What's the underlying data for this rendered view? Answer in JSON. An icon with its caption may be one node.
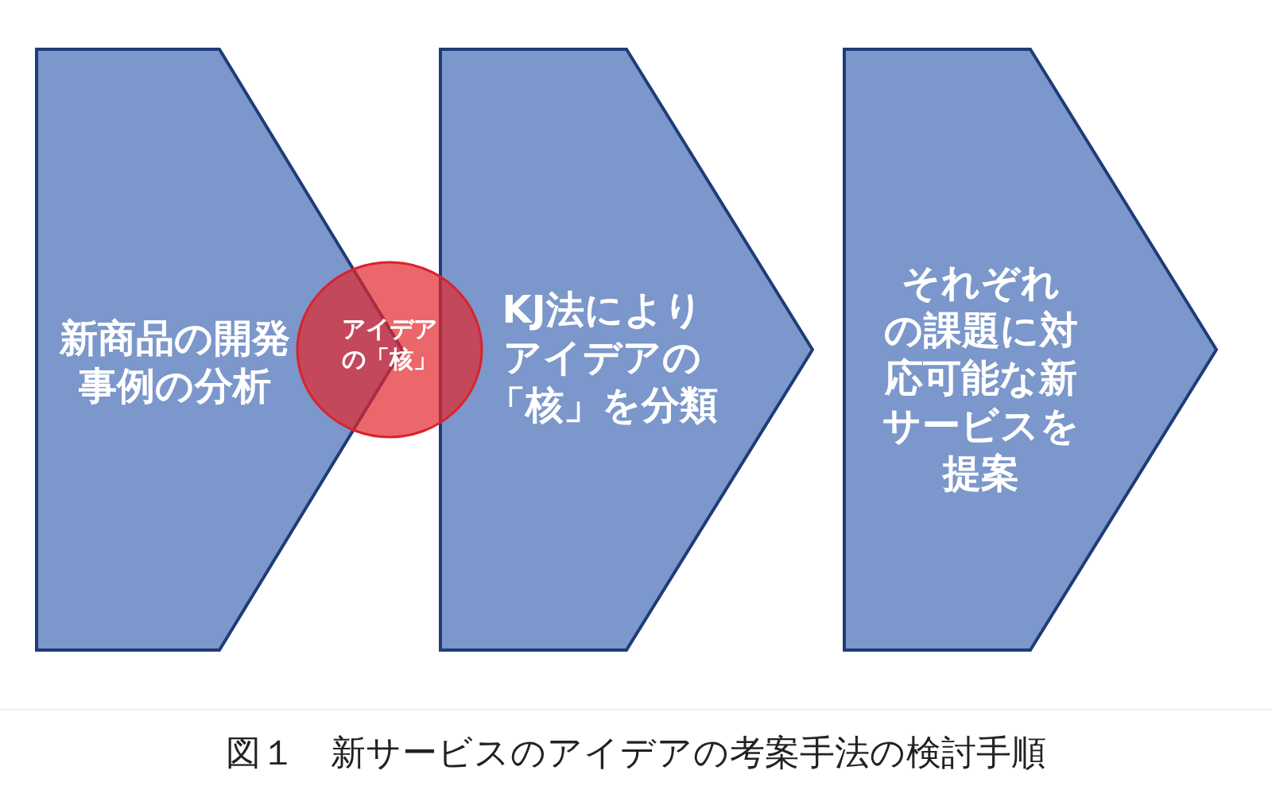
{
  "diagram": {
    "caption": "図１　新サービスのアイデアの考案手法の検討手順",
    "nodes": [
      {
        "text": [
          "新商品の開発事例の分析"
        ]
      },
      {
        "text": [
          "KJ法によりアイデアの「核」を分類"
        ]
      },
      {
        "text": [
          "それぞれの課題に対応可能な新サービスを提案"
        ]
      },
      {
        "text": [
          "アイデアの「核」"
        ]
      }
    ]
  }
}
